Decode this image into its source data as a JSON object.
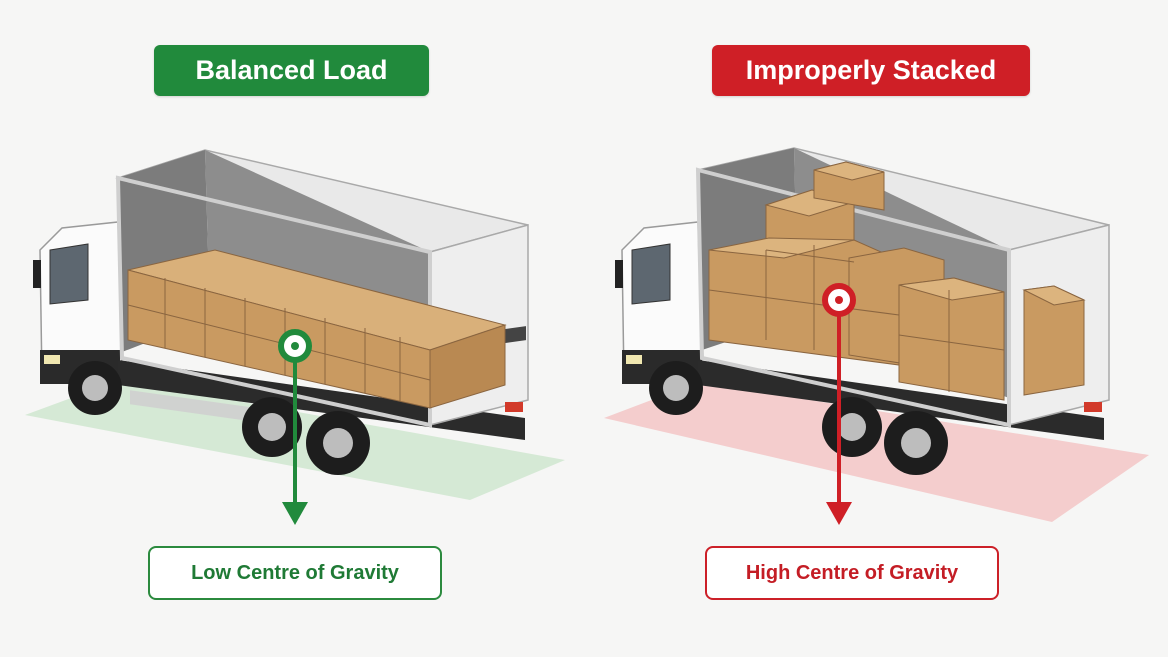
{
  "panels": {
    "left": {
      "title": "Balanced Load",
      "caption": "Low Centre of Gravity",
      "accent": "#218a3c",
      "ground_tint": "#cfe6cf"
    },
    "right": {
      "title": "Improperly Stacked",
      "caption": "High Centre of Gravity",
      "accent": "#cf1f26",
      "ground_tint": "#f3c6c6"
    }
  }
}
